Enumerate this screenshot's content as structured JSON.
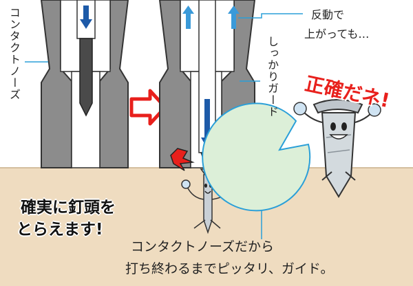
{
  "labels": {
    "contact_nozzle": "コンタクトノーズ",
    "solid_guard": "しっかりガード",
    "recoil_line1": "反動で",
    "recoil_line2": "上がっても…",
    "exclaim": "正確だネ!",
    "headline_line1": "確実に釘頭を",
    "headline_line2": "とらえます!",
    "caption_line1": "コンタクトノーズだから",
    "caption_line2": "打ち終わるまでピッタリ、ガイド。"
  },
  "colors": {
    "nozzle_gray": "#8c8c8c",
    "guard_white": "#ffffff",
    "ground_tan": "#efdcc0",
    "blue_arrow": "#1d5aa8",
    "light_blue_arrow": "#3a9ad9",
    "red": "#e8201c",
    "bubble_green": "#dcefd8",
    "callout_blue": "#2a9fd8"
  },
  "icons": [
    "step-arrow-icon",
    "impact-spark-icon",
    "down-arrow-icon",
    "up-arrow-icon",
    "nail-mascot-icon"
  ]
}
